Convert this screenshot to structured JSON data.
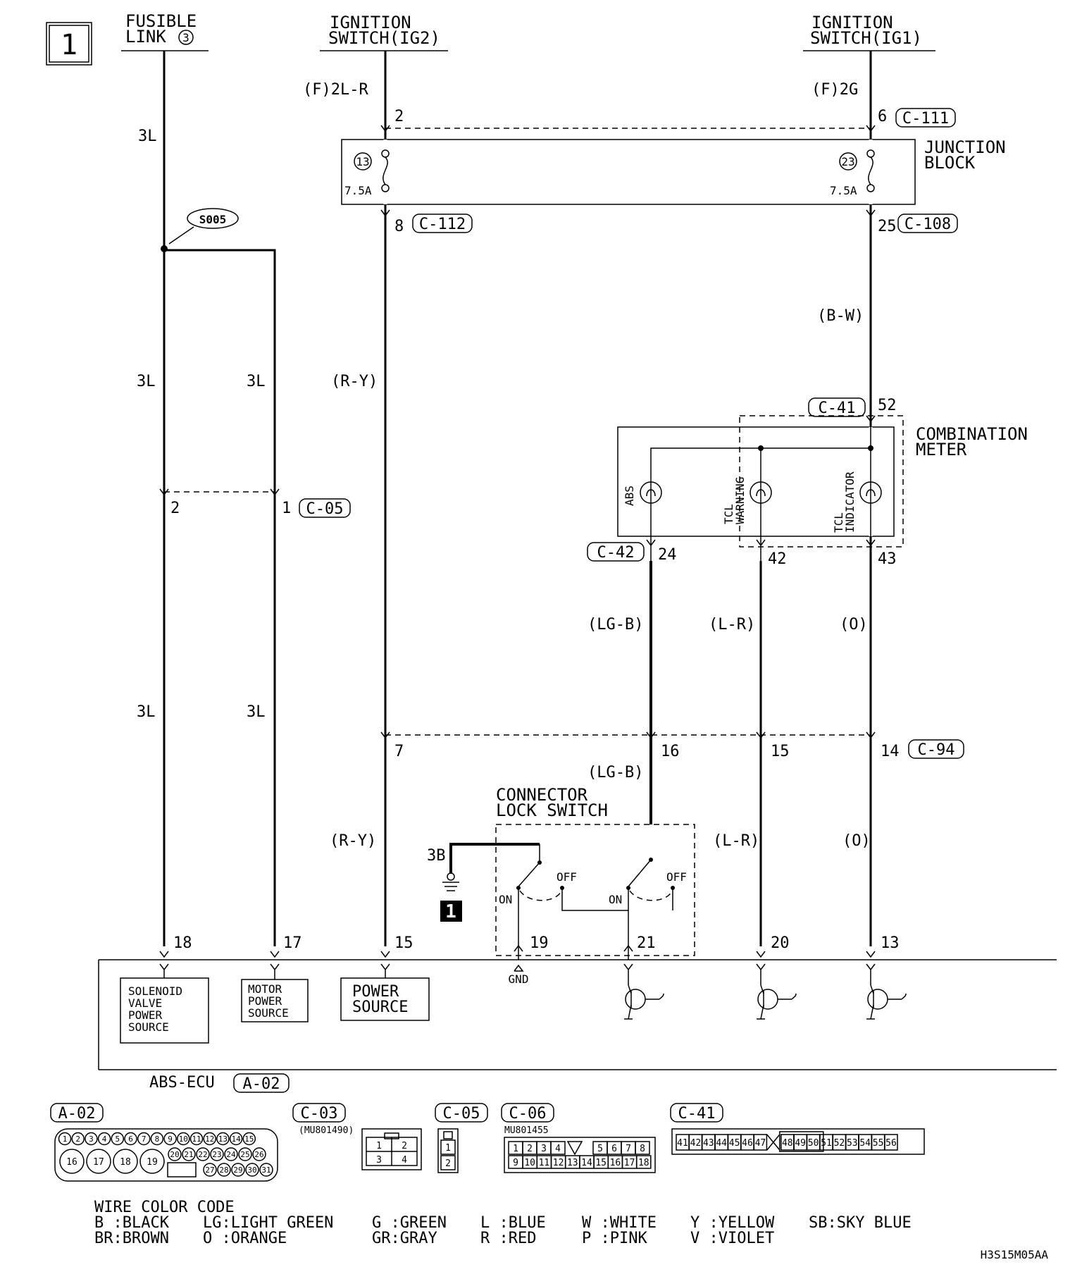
{
  "page_number": "1",
  "sources": {
    "fusible_link": [
      "FUSIBLE",
      "LINK"
    ],
    "fusible_link_number": "3",
    "ig2": [
      "IGNITION",
      "SWITCH(IG2)"
    ],
    "ig1": [
      "IGNITION",
      "SWITCH(IG1)"
    ]
  },
  "wires": {
    "fl_top": "3L",
    "fl_mid": "3L",
    "fl_branch": "3L",
    "fl_low": "3L",
    "fl_branch_low": "3L",
    "ig2_in": "(F)2L-R",
    "ig2_mid": "(R-Y)",
    "ig2_low": "(R-Y)",
    "ig1_in": "(F)2G",
    "ig1_mid": "(B-W)",
    "abs_wire": "(LG-B)",
    "abs_wire_low": "(LG-B)",
    "tcl_warn_wire": "(L-R)",
    "tcl_warn_wire_low": "(L-R)",
    "tcl_ind_wire": "(O)",
    "tcl_ind_wire_low": "(O)",
    "ground_wire": "3B"
  },
  "junction_block": {
    "label": [
      "JUNCTION",
      "BLOCK"
    ],
    "fuse_left": "13",
    "fuse_right": "23",
    "rating_left": "7.5A",
    "rating_right": "7.5A",
    "pin_in_left": "2",
    "pin_in_right": "6",
    "conn_in": "C-111",
    "pin_out_left": "8",
    "conn_out_left": "C-112",
    "pin_out_right": "25",
    "conn_out_right": "C-108"
  },
  "splice": "S005",
  "connector_c05": {
    "pin_left": "2",
    "pin_right": "1",
    "name": "C-05"
  },
  "combination_meter": {
    "label": [
      "COMBINATION",
      "METER"
    ],
    "conn_in": "C-41",
    "pin_in": "52",
    "conn_out": "C-42",
    "pins_out": [
      "24",
      "42",
      "43"
    ],
    "lamps": [
      "ABS",
      "TCL WARNING",
      "TCL INDICATOR"
    ],
    "lamp_lines": [
      [
        "ABS"
      ],
      [
        "TCL",
        "WARNING"
      ],
      [
        "TCL",
        "INDICATOR"
      ]
    ]
  },
  "connector_c94": {
    "pins": [
      "7",
      "16",
      "15",
      "14"
    ],
    "name": "C-94"
  },
  "connector_lock_switch": {
    "label": [
      "CONNECTOR",
      "LOCK SWITCH"
    ],
    "on_left": "ON",
    "off_left": "OFF",
    "on_right": "ON",
    "off_right": "OFF"
  },
  "ground_ref": "1",
  "ecu": {
    "name": "ABS-ECU",
    "conn": "A-02",
    "pins": [
      "18",
      "17",
      "15",
      "19",
      "21",
      "20",
      "13"
    ],
    "gnd": "GND",
    "blocks": [
      [
        "SOLENOID",
        "VALVE",
        "POWER",
        "SOURCE"
      ],
      [
        "MOTOR",
        "POWER",
        "SOURCE"
      ],
      [
        "POWER",
        "SOURCE"
      ]
    ]
  },
  "connectors_legend": {
    "a02": {
      "name": "A-02",
      "row1": [
        "1",
        "2",
        "3",
        "4",
        "5",
        "6",
        "7",
        "8",
        "9",
        "10",
        "11",
        "12",
        "13",
        "14",
        "15"
      ],
      "row2_big": [
        "16",
        "17",
        "18",
        "19"
      ],
      "row2_small": [
        "20",
        "21",
        "22",
        "23",
        "24",
        "25",
        "26"
      ],
      "row3": [
        "27",
        "28",
        "29",
        "30",
        "31"
      ]
    },
    "c03": {
      "name": "C-03",
      "part": "(MU801490)",
      "pins": [
        "1",
        "2",
        "3",
        "4"
      ]
    },
    "c05": {
      "name": "C-05",
      "pins": [
        "1",
        "2"
      ]
    },
    "c06": {
      "name": "C-06",
      "part": "MU801455",
      "row1": [
        "1",
        "2",
        "3",
        "4",
        "5",
        "6",
        "7",
        "8"
      ],
      "row2": [
        "9",
        "10",
        "11",
        "12",
        "13",
        "14",
        "15",
        "16",
        "17",
        "18"
      ]
    },
    "c41": {
      "name": "C-41",
      "pins_left": [
        "41",
        "42",
        "43",
        "44",
        "45",
        "46",
        "47"
      ],
      "pins_right": [
        "48",
        "49",
        "50",
        "51",
        "52",
        "53",
        "54",
        "55",
        "56"
      ]
    }
  },
  "wire_color_code": {
    "title": "WIRE COLOR CODE",
    "row1": [
      "B :BLACK",
      "LG:LIGHT GREEN",
      "G :GREEN",
      "L :BLUE",
      "W :WHITE",
      "Y :YELLOW",
      "SB:SKY BLUE"
    ],
    "row2": [
      "BR:BROWN",
      "O :ORANGE",
      "GR:GRAY",
      "R :RED",
      "P :PINK",
      "V :VIOLET"
    ]
  },
  "figure_code": "H3S15M05AA"
}
